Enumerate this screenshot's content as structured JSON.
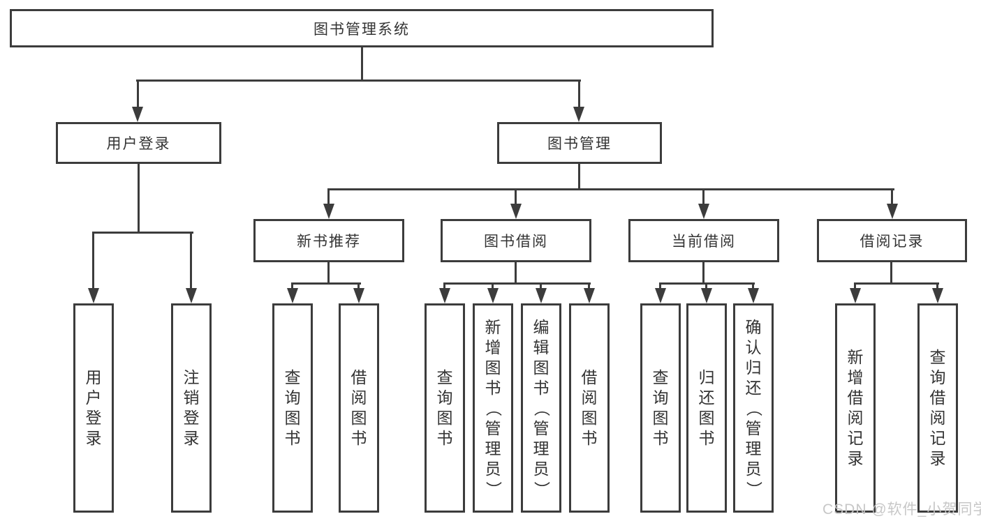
{
  "tree": {
    "root": "图书管理系统",
    "user_branch": {
      "label": "用户登录",
      "children": [
        "用户登录",
        "注销登录"
      ]
    },
    "book_branch": {
      "label": "图书管理",
      "groups": [
        {
          "label": "新书推荐",
          "children": [
            "查询图书",
            "借阅图书"
          ]
        },
        {
          "label": "图书借阅",
          "children": [
            "查询图书",
            "新增图书（管理员）",
            "编辑图书（管理员）",
            "借阅图书"
          ]
        },
        {
          "label": "当前借阅",
          "children": [
            "查询图书",
            "归还图书",
            "确认归还（管理员）"
          ]
        },
        {
          "label": "借阅记录",
          "children": [
            "新增借阅记录",
            "查询借阅记录"
          ]
        }
      ]
    }
  },
  "watermark": "CSDN @软件_小贺同学",
  "colors": {
    "line": "#3c3c3c",
    "text": "#333333",
    "watermark": "#c5c5c5",
    "background": "#ffffff"
  }
}
